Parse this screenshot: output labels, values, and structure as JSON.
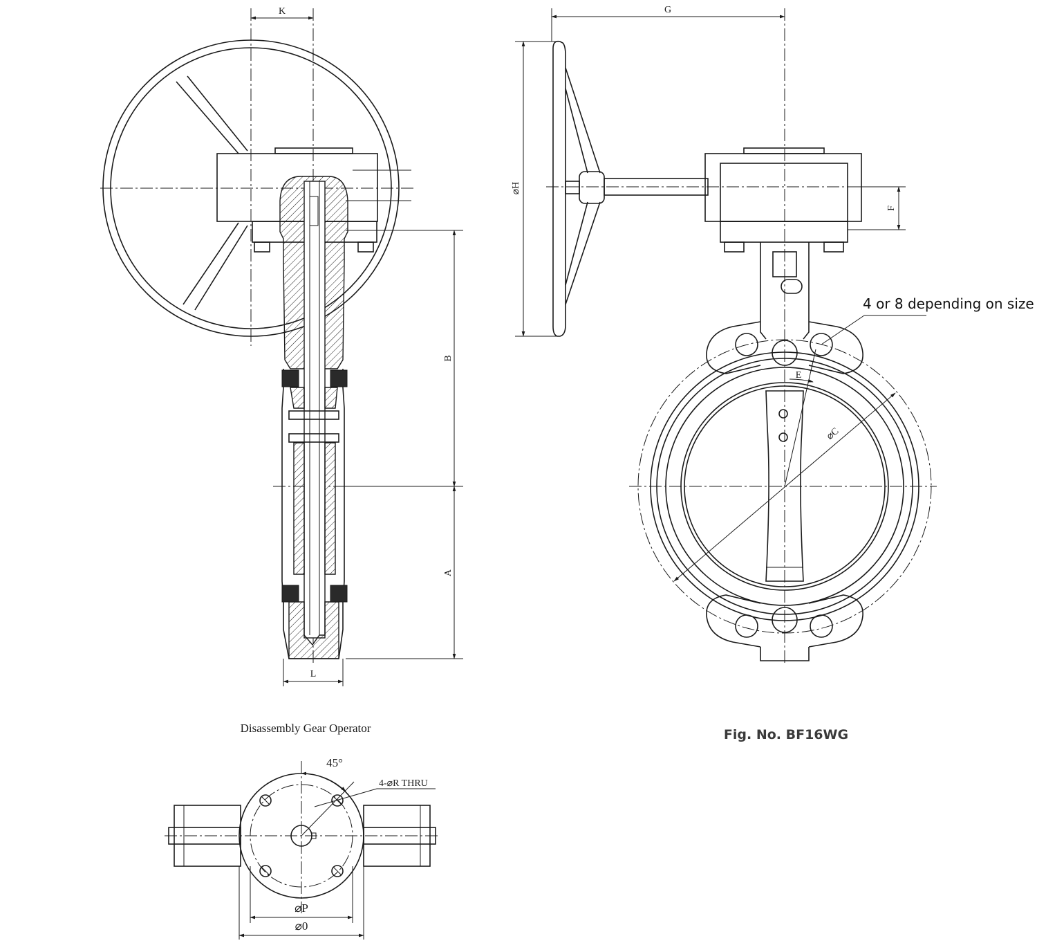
{
  "figure": {
    "number": "Fig. No. BF16WG"
  },
  "front_view": {
    "dims": {
      "K": "K",
      "B": "B",
      "A": "A",
      "L": "L"
    }
  },
  "side_view": {
    "dims": {
      "G": "G",
      "H": "⌀H",
      "F": "F",
      "E": "E",
      "C": "⌀C"
    },
    "callout": "4 or 8 depending on size"
  },
  "gear_operator": {
    "title": "Disassembly Gear Operator",
    "angle": "45°",
    "holes": "4-⌀R THRU",
    "dims": {
      "P": "⌀P",
      "O": "⌀0"
    }
  }
}
